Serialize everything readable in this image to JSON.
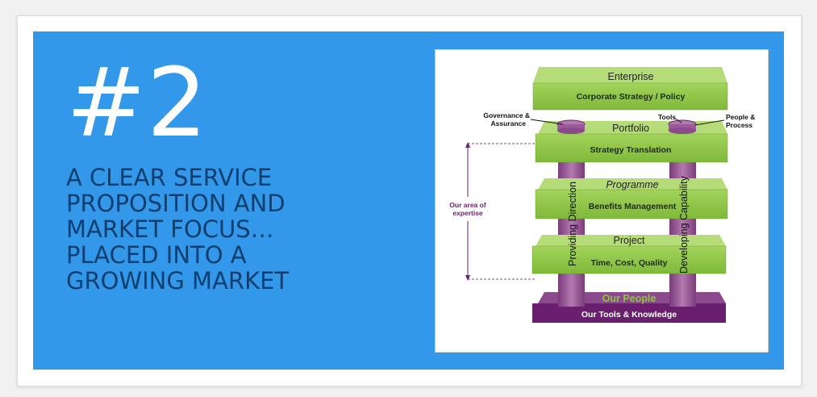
{
  "slide": {
    "number": "#2",
    "headline_lines": [
      "A CLEAR SERVICE",
      "PROPOSITION AND",
      "MARKET FOCUS…",
      "PLACED INTO A",
      "GROWING MARKET"
    ]
  },
  "diagram": {
    "levels": [
      {
        "title": "Enterprise",
        "subtitle": "Corporate Strategy / Policy"
      },
      {
        "title": "Portfolio",
        "subtitle": "Strategy Translation"
      },
      {
        "title": "Programme",
        "subtitle": "Benefits Management"
      },
      {
        "title": "Project",
        "subtitle": "Time, Cost, Quality"
      }
    ],
    "base": {
      "title": "Our People",
      "subtitle": "Our Tools & Knowledge"
    },
    "pillars": {
      "left": "Providing Direction",
      "right": "Developing Capability"
    },
    "callouts": {
      "governance_line1": "Governance &",
      "governance_line2": "Assurance",
      "tools": "Tools",
      "people_line1": "People &",
      "people_line2": "Process",
      "expertise_line1": "Our area of",
      "expertise_line2": "expertise"
    },
    "colors": {
      "green_face": "#8dc641",
      "green_top": "#b5dc78",
      "purple_face": "#6a1f6e",
      "purple_pillar": "#a6619e",
      "base_title": "#8dc641"
    }
  }
}
